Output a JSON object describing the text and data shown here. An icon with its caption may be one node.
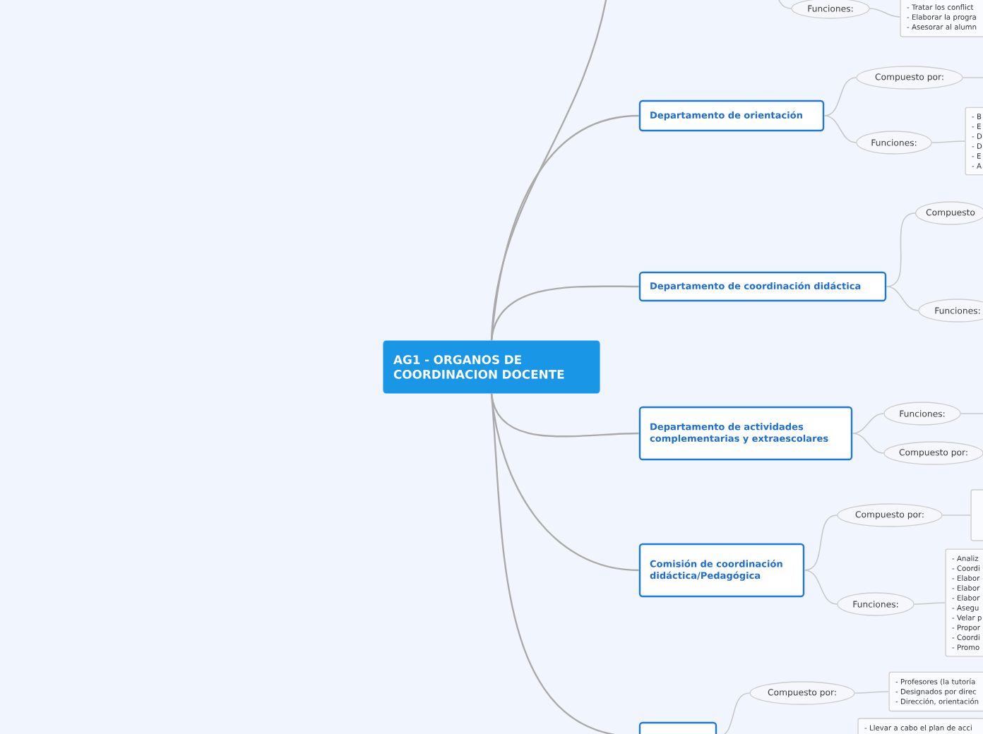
{
  "diagram": {
    "nodes": [
      {
        "text": [
          "AG1 - ORGANOS DE COORDINACION DOCENTE"
        ]
      },
      {
        "text": [
          "Funciones:"
        ]
      },
      {
        "text": [
          "- Tratar los conflict",
          "- Elaborar la progra",
          "- Asesorar al alumn"
        ]
      },
      {
        "text": [
          "Departamento de orientación"
        ]
      },
      {
        "text": [
          "Compuesto por:"
        ]
      },
      {
        "text": [
          "Funciones:"
        ]
      },
      {
        "text": [
          "- B",
          "- E",
          "- D",
          "- D",
          "- E",
          "- A"
        ]
      },
      {
        "text": [
          "Departamento de coordinación didáctica"
        ]
      },
      {
        "text": [
          "Compuesto"
        ]
      },
      {
        "text": [
          "Funciones:"
        ]
      },
      {
        "text": [
          "Departamento de actividades complementarias y extraescolares"
        ]
      },
      {
        "text": [
          "Funciones:"
        ]
      },
      {
        "text": [
          "Compuesto por:"
        ]
      },
      {
        "text": [
          "Comisión de coordinación didáctica/Pedagógica"
        ]
      },
      {
        "text": [
          "Compuesto por:"
        ]
      },
      {
        "text": [],
        "shape": "box"
      },
      {
        "text": [
          "Funciones:"
        ]
      },
      {
        "text": [
          "- Analiz",
          "- Coordi",
          "- Elabor",
          "- Elabor",
          "- Elabor",
          "- Asegu",
          "- Velar p",
          "- Propor",
          "- Coordi",
          "- Promo"
        ]
      },
      {
        "text": [],
        "shape": "box"
      },
      {
        "text": [
          "Compuesto por:"
        ]
      },
      {
        "text": [
          "- Profesores (la tutoría",
          "- Designados por direc",
          "- Dirección, orientación"
        ]
      },
      {
        "text": [
          "- Llevar a cabo el plan de acci"
        ]
      }
    ],
    "edges": [
      {
        "from": 0,
        "to": null,
        "arrow": "none"
      },
      {
        "from": null,
        "to": 1,
        "arrow": "none"
      },
      {
        "from": 1,
        "to": 2,
        "arrow": "none"
      },
      {
        "from": 0,
        "to": 3,
        "arrow": "none"
      },
      {
        "from": 3,
        "to": 4,
        "arrow": "none"
      },
      {
        "from": 4,
        "to": null,
        "arrow": "none"
      },
      {
        "from": 3,
        "to": 5,
        "arrow": "none"
      },
      {
        "from": 5,
        "to": 6,
        "arrow": "none"
      },
      {
        "from": 0,
        "to": 7,
        "arrow": "none"
      },
      {
        "from": 7,
        "to": 8,
        "arrow": "none"
      },
      {
        "from": 7,
        "to": 9,
        "arrow": "none"
      },
      {
        "from": 0,
        "to": 10,
        "arrow": "none"
      },
      {
        "from": 10,
        "to": 11,
        "arrow": "none"
      },
      {
        "from": 11,
        "to": null,
        "arrow": "none"
      },
      {
        "from": 10,
        "to": 12,
        "arrow": "none"
      },
      {
        "from": 0,
        "to": 13,
        "arrow": "none"
      },
      {
        "from": 13,
        "to": 14,
        "arrow": "none"
      },
      {
        "from": 14,
        "to": 15,
        "arrow": "none"
      },
      {
        "from": 13,
        "to": 16,
        "arrow": "none"
      },
      {
        "from": 16,
        "to": 17,
        "arrow": "none"
      },
      {
        "from": 0,
        "to": 18,
        "arrow": "none"
      },
      {
        "from": 18,
        "to": 19,
        "arrow": "none"
      },
      {
        "from": 19,
        "to": 20,
        "arrow": "none"
      }
    ]
  }
}
